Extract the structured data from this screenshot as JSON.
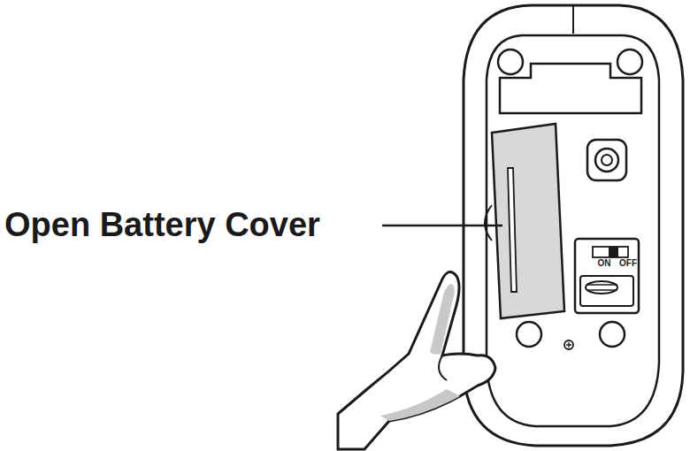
{
  "diagram": {
    "labels": [
      "Open Battery Cover",
      "ON",
      "OFF"
    ]
  }
}
